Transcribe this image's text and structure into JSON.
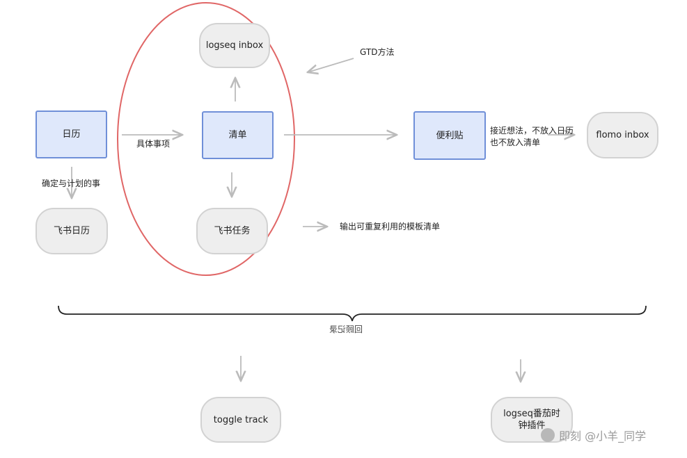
{
  "nodes": {
    "calendar": "日历",
    "logseq_inbox": "logseq inbox",
    "checklist": "清单",
    "sticky": "便利贴",
    "flomo_inbox": "flomo inbox",
    "feishu_calendar": "飞书日历",
    "feishu_tasks": "飞书任务",
    "toggle_track": "toggle track",
    "logseq_pomodoro": "logseq番茄时钟插件"
  },
  "edge_labels": {
    "gtd": "GTD方法",
    "specific_items": "具体事项",
    "near_idea": "接近想法，不放入日历",
    "not_in_list": "也不放入清单",
    "confirmed_plans": "确定与计划的事",
    "reusable_template": "输出可重复利用的模板清单"
  },
  "brace_label": "回顾记录",
  "watermark": "即刻 @小羊_同学",
  "colors": {
    "rect_fill": "#dfe8fb",
    "rect_border": "#6f8fd8",
    "pill_fill": "#eeeeee",
    "pill_border": "#d2d2d2",
    "ellipse": "#e06666",
    "arrow": "#bbbbbb"
  }
}
